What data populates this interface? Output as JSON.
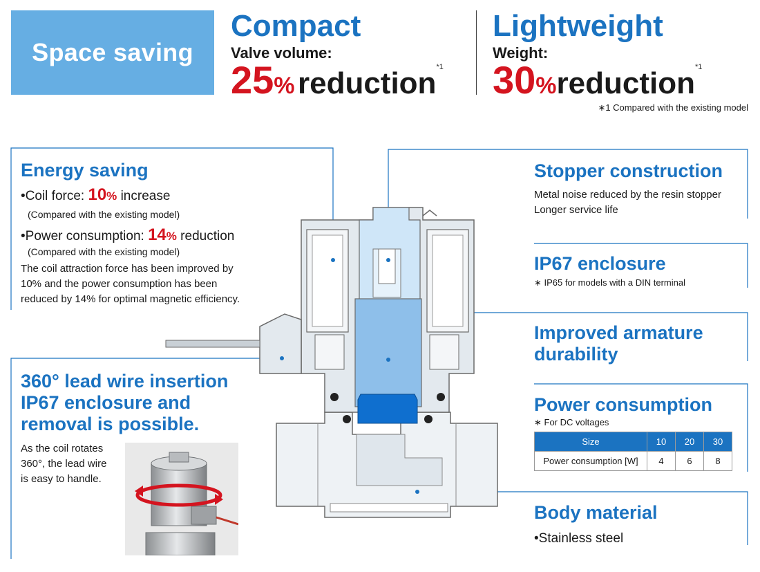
{
  "header": {
    "badge": "Space saving",
    "compact": {
      "title": "Compact",
      "subtitle": "Valve volume:",
      "value": "25",
      "unit": "%",
      "label": "reduction",
      "note_mark": "*1"
    },
    "lightweight": {
      "title": "Lightweight",
      "subtitle": "Weight:",
      "value": "30",
      "unit": "%",
      "label": "reduction",
      "note_mark": "*1"
    },
    "footnote": "∗1  Compared with the existing model"
  },
  "energy_saving": {
    "title": "Energy saving",
    "coil_force": {
      "label": "•Coil force: ",
      "value": "10",
      "unit": "%",
      "suffix": " increase",
      "note": "(Compared with the existing model)"
    },
    "power": {
      "label": "•Power consumption: ",
      "value": "14",
      "unit": "%",
      "suffix": " reduction",
      "note": "(Compared with the existing model)"
    },
    "description": [
      "The coil attraction force has been improved by",
      "10% and the power consumption has been",
      "reduced by 14% for optimal magnetic efficiency."
    ]
  },
  "lead_wire": {
    "title_lines": [
      "360° lead wire insertion",
      "IP67 enclosure and",
      "removal is possible."
    ],
    "description": [
      "As the coil rotates",
      "360°, the lead wire",
      "is easy to handle."
    ]
  },
  "stopper": {
    "title": "Stopper construction",
    "lines": [
      "Metal noise reduced by the resin stopper",
      "Longer service life"
    ]
  },
  "ip67": {
    "title": "IP67 enclosure",
    "note": "∗  IP65 for models with a DIN terminal"
  },
  "armature": {
    "title_lines": [
      "Improved armature",
      "durability"
    ]
  },
  "power_consumption": {
    "title": "Power consumption",
    "note": "∗  For DC voltages",
    "table": {
      "header": [
        "Size",
        "10",
        "20",
        "30"
      ],
      "row": [
        "Power consumption [W]",
        "4",
        "6",
        "8"
      ]
    }
  },
  "body_material": {
    "title": "Body material",
    "bullet": "•Stainless steel"
  },
  "colors": {
    "accent_blue": "#1b73c1",
    "badge_blue": "#66aee3",
    "highlight_red": "#d4141f",
    "fluid_blue": "#8ebfea"
  }
}
